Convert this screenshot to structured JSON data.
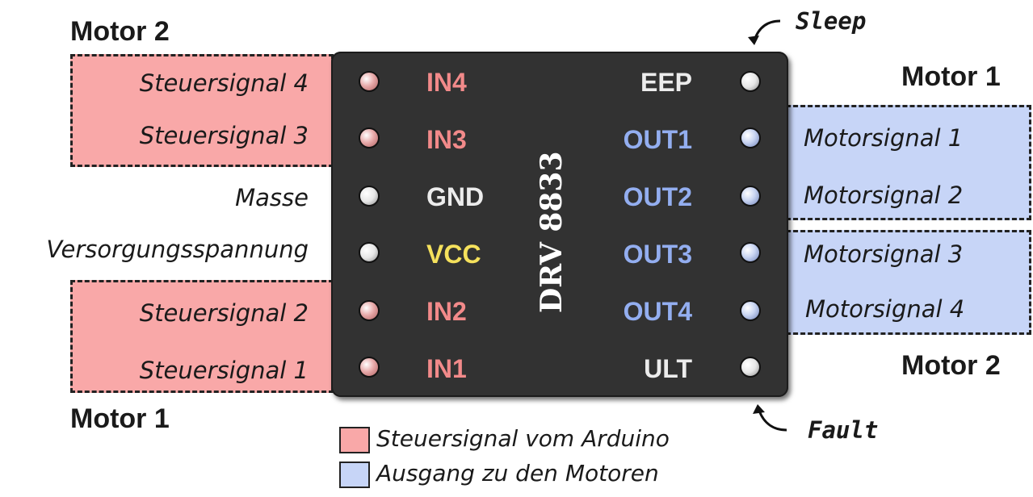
{
  "colors": {
    "control": "#f9a8a8",
    "output": "#c7d5f7",
    "board": "#323232",
    "label_red": "#f28a8a",
    "label_white": "#ececec",
    "label_blue": "#93aef0",
    "label_yellow": "#f5e15c"
  },
  "headings": {
    "motor2_top": "Motor 2",
    "motor1_bottom": "Motor 1",
    "motor1_right": "Motor 1",
    "motor2_right": "Motor 2"
  },
  "left_descriptions": [
    "Steuersignal 4",
    "Steuersignal 3",
    "Masse",
    "Versorgungsspannung",
    "Steuersignal 2",
    "Steuersignal 1"
  ],
  "right_descriptions": [
    "Motorsignal 1",
    "Motorsignal 2",
    "Motorsignal 3",
    "Motorsignal 4"
  ],
  "left_pins": [
    {
      "label": "IN4",
      "type": "control"
    },
    {
      "label": "IN3",
      "type": "control"
    },
    {
      "label": "GND",
      "type": "ground"
    },
    {
      "label": "VCC",
      "type": "power"
    },
    {
      "label": "IN2",
      "type": "control"
    },
    {
      "label": "IN1",
      "type": "control"
    }
  ],
  "right_pins": [
    {
      "label": "EEP",
      "type": "plain"
    },
    {
      "label": "OUT1",
      "type": "output"
    },
    {
      "label": "OUT2",
      "type": "output"
    },
    {
      "label": "OUT3",
      "type": "output"
    },
    {
      "label": "OUT4",
      "type": "output"
    },
    {
      "label": "ULT",
      "type": "plain"
    }
  ],
  "chip_name": "DRV 8833",
  "callouts": {
    "sleep": "Sleep",
    "fault": "Fault"
  },
  "legend": [
    {
      "label": "Steuersignal vom Arduino",
      "color": "#f9a8a8"
    },
    {
      "label": "Ausgang zu den Motoren",
      "color": "#c7d5f7"
    }
  ]
}
